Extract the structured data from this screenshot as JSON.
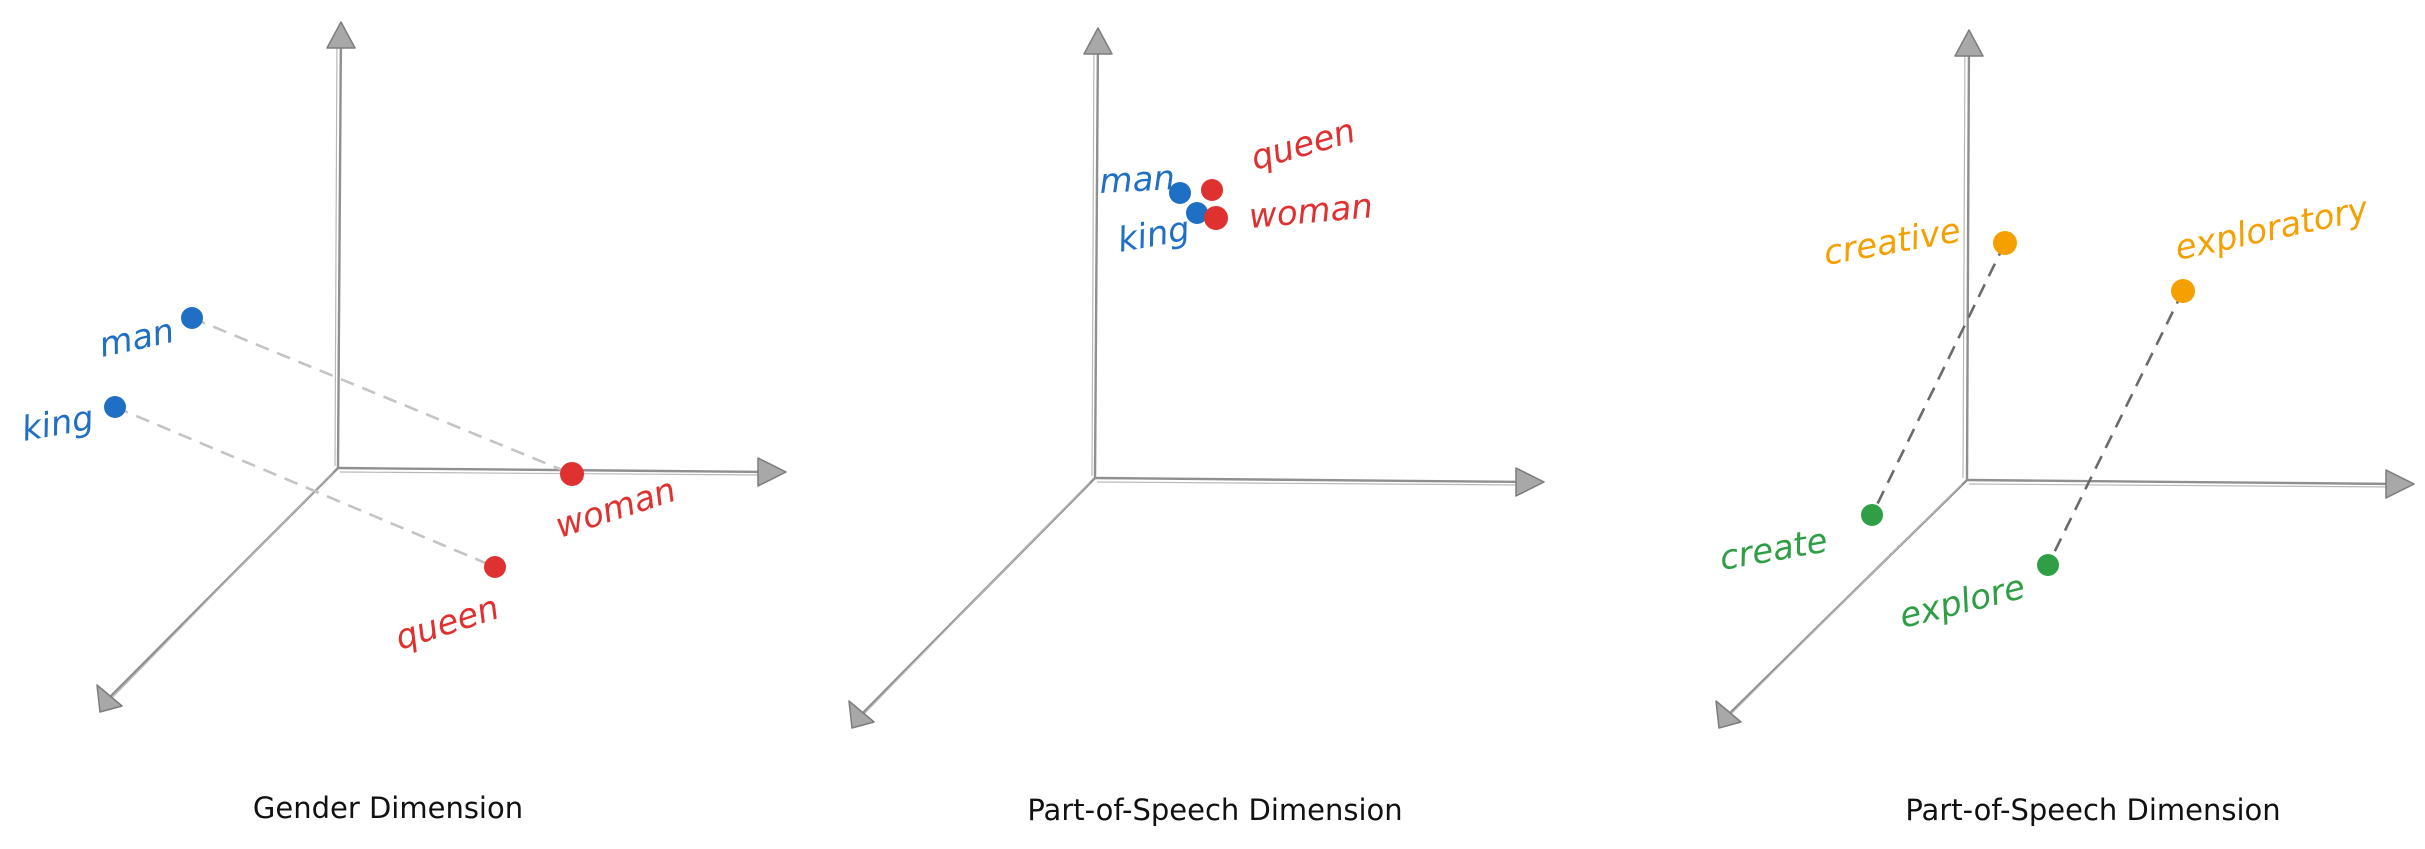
{
  "colors": {
    "blue": "#1f6fc5",
    "red": "#e03131",
    "orange": "#f59f00",
    "green": "#2f9e44",
    "axis": "#8f8f8f"
  },
  "panels": [
    {
      "caption": "Gender Dimension",
      "words": {
        "man": "man",
        "king": "king",
        "woman": "woman",
        "queen": "queen"
      }
    },
    {
      "caption": "Part-of-Speech Dimension",
      "words": {
        "man": "man",
        "king": "king",
        "queen": "queen",
        "woman": "woman"
      }
    },
    {
      "caption": "Part-of-Speech Dimension",
      "words": {
        "creative": "creative",
        "exploratory": "exploratory",
        "create": "create",
        "explore": "explore"
      }
    }
  ]
}
